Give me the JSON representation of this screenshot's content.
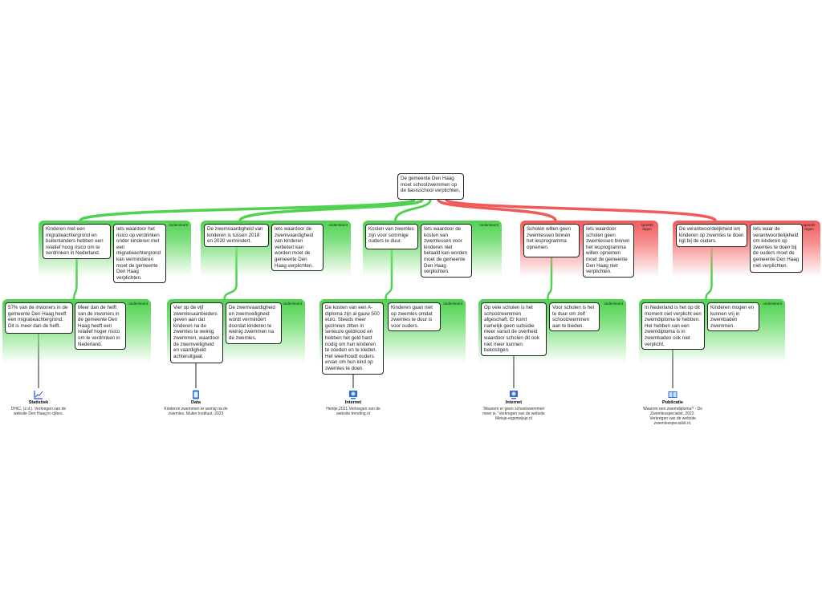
{
  "colors": {
    "support": "#4fd24f",
    "oppose": "#f25a5a"
  },
  "root": "De gemeente Den Haag moet schoolzwemmen op de basisschool verplichten.",
  "relation_labels": {
    "support": "ondersteunt",
    "oppose": "spreekt tegen"
  },
  "reasons": [
    {
      "type": "support",
      "claim": "Kinderen met een migratieachtergrond en buitenlanders hebben een relatief hoog risico om te verdrinken in Nederland.",
      "warrant": "Iets waardoor het risico op verdrinken onder kinderen met een migratieachtergrond kan verminderen moet de gemeente Den Haag verplichten.",
      "evidence": {
        "claim": "57% van de inwoners in de gemeente Den Haag heeft een migratieachtergrond. Dit is meer dan de helft.",
        "warrant": "Meer dan de helft van de inwoners in de gemeente Den Haag heeft een relatief hoger risico om te verdrinken in Nederland.",
        "source": {
          "icon": "chart-icon",
          "type": "Statistiek",
          "text": "DHIC, (z.d.). Verkregen van de website Den Haag in cijfers."
        }
      }
    },
    {
      "type": "support",
      "claim": "De zwemvaardigheid van kinderen is tussen 2018 en 2020 vermindert.",
      "warrant": "Iets waardoor de zwemvaardigheid van kinderen verbetert kan worden moet de gemeente Den Haag verplichten.",
      "evidence": {
        "claim": "Vier op de vijf zwemlesaanbieders geven aan dat kinderen na de zwemles te weinig zwemmen, waardoor de zwemveiligheid en vaardigheid achteruitgaat.",
        "warrant": "De zwemvaardigheid en zwemveiligheid wordt vermindert doordat kinderen te weinig zwemmen na de zwemles.",
        "source": {
          "icon": "data-icon",
          "type": "Data",
          "text": "Kinderen zwemmen te weinig na de zwemles. Mulier Instituut, 2023"
        }
      }
    },
    {
      "type": "support",
      "claim": "Kosten van zwemles zijn voor sommige ouders te duur.",
      "warrant": "Iets waardoor de kosten van zwemlessen voor kinderen niet betaald kan worden moet de gemeente Den Haag verplichten.",
      "evidence": {
        "claim": "De kosten van een A-diploma zijn al gauw 500 euro. Steeds meer gezinnen zitten in serieuze geldnood en hebben het geld hard nodig om hun kinderen te voeden en te kleden. Het weerhoudt ouders ervan om hun kind op zwemles te doen.",
        "warrant": "Kinderen gaan niet op zwemles omdat zwemles te duur is voor ouders.",
        "source": {
          "icon": "internet-icon",
          "type": "Internet",
          "text": "Hentje,2021.Verkregen van de website trending.nl"
        }
      }
    },
    {
      "type": "oppose",
      "claim": "Scholen willen geen zwemlessen binnen het lesprogramma opnemen.",
      "warrant": "Iets waardoor scholen geen zwemlessen binnen het lesprogramma willen opnemen moet de gemeente Den Haag niet verplichten.",
      "evidence": {
        "claim": "Op vele scholen is het schoolzwemmen afgeschaft. Er komt namelijk geen subsidie meer vanuit de overheid waardoor scholen dit ook niet meer kunnen bekostigen.",
        "warrant": "Voor scholen is het te duur om zelf schoolzwemmen aan te bieden.",
        "source": {
          "icon": "internet-icon",
          "type": "Internet",
          "text": "'Waarom er geen schoolzwemmen meer is.' Verkregen van de website Meisje-eigenwijsje.nl"
        }
      }
    },
    {
      "type": "oppose",
      "claim": "De verantwoordelijkheid om kinderen op zwemles te doen ligt bij de ouders.",
      "warrant": "Iets waar de verantwoordelijkheid om kinderen op zwemles te doen bij de ouders moet de gemeente Den Haag niet verplichten.",
      "evidence": {
        "claim": "In Nederland is het op dit moment niet verplicht een zwemdiploma te hebben. Het hebben van een zwemdiploma is in zwembaden ook niet verplicht.",
        "warrant": "Kinderen mogen en kunnen vrij in zwembaden zwemmen.",
        "source": {
          "icon": "book-icon",
          "type": "Publicatie",
          "text": "Waarom een zwemdiploma? - De Zwemlesspecialist, 2022. Verkregen van de website zwemlesspecialist.nl."
        }
      }
    }
  ]
}
